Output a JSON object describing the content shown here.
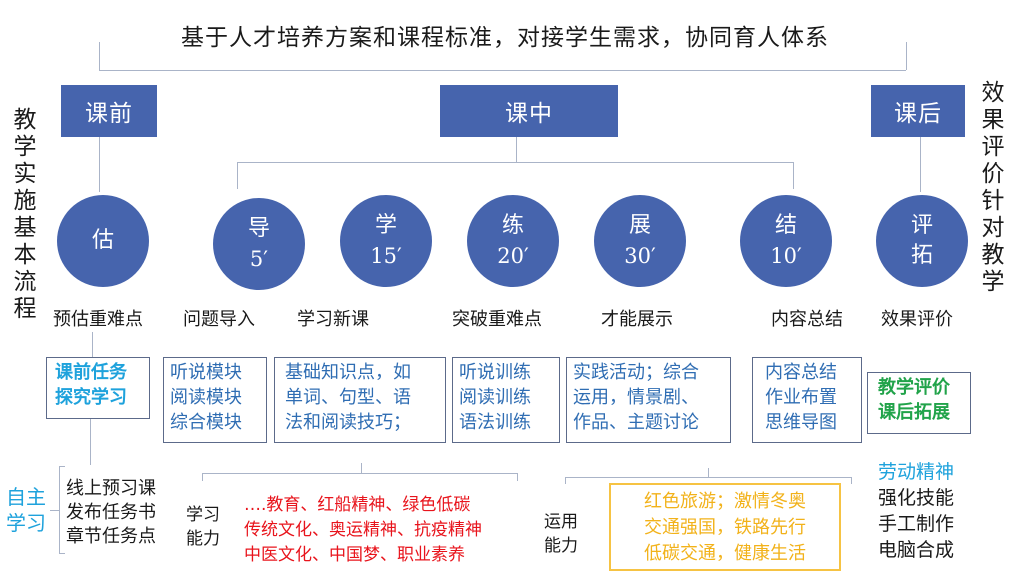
{
  "title": "基于人才培养方案和课程标准，对接学生需求，协同育人体系",
  "side_labels": {
    "left": "教学实施基本流程",
    "right": "效果评价针对教学"
  },
  "phases": [
    {
      "label": "课前"
    },
    {
      "label": "课中"
    },
    {
      "label": "课后"
    }
  ],
  "steps": [
    {
      "char": "估",
      "time": "",
      "caption": "预估重难点"
    },
    {
      "char": "导",
      "time": "5′",
      "caption": "问题导入"
    },
    {
      "char": "学",
      "time": "15′",
      "caption": "学习新课"
    },
    {
      "char": "练",
      "time": "20′",
      "caption": "突破重难点"
    },
    {
      "char": "展",
      "time": "30′",
      "caption": "才能展示"
    },
    {
      "char": "结",
      "time": "10′",
      "caption": "内容总结"
    },
    {
      "char": "评",
      "time": "拓",
      "caption": "效果评价"
    }
  ],
  "boxes": [
    {
      "lines": [
        "课前任务",
        "探究学习"
      ],
      "color": "#1ea2dc"
    },
    {
      "lines": [
        "听说模块",
        "阅读模块",
        "综合模块"
      ],
      "color": "#2f6db3"
    },
    {
      "lines": [
        "基础知识点，如",
        "单词、句型、语",
        "法和阅读技巧；"
      ],
      "color": "#2f6db3"
    },
    {
      "lines": [
        "听说训练",
        "阅读训练",
        "语法训练"
      ],
      "color": "#2f6db3"
    },
    {
      "lines": [
        "实践活动；综合",
        "运用，情景剧、",
        "作品、主题讨论"
      ],
      "color": "#2f6db3"
    },
    {
      "lines": [
        "内容总结",
        "作业布置",
        "思维导图"
      ],
      "color": "#2f6db3"
    },
    {
      "lines": [
        "教学评价",
        "课后拓展"
      ],
      "color": "#21a34a"
    }
  ],
  "self_study": {
    "label_lines": [
      "自主",
      "学习"
    ],
    "items": [
      "线上预习课",
      "发布任务书",
      "章节任务点"
    ]
  },
  "learning_ability": {
    "label_lines": [
      "学习",
      "能力"
    ],
    "items": [
      "….教育、红船精神、绿色低碳",
      "传统文化、奥运精神、抗疫精神",
      "中医文化、中国梦、职业素养"
    ],
    "color": "#e8141c"
  },
  "applied_ability": {
    "label_lines": [
      "运用",
      "能力"
    ],
    "items": [
      "红色旅游；激情冬奥",
      "交通强国，铁路先行",
      "低碳交通，健康生活"
    ],
    "color": "#f2b21a"
  },
  "post_items": {
    "highlight": "劳动精神",
    "items": [
      "强化技能",
      "手工制作",
      "电脑合成"
    ]
  },
  "colors": {
    "primary": "#4664ad",
    "connector": "#aab4c8",
    "cyan": "#1ea2dc",
    "green": "#21a34a",
    "red": "#e8141c",
    "yellow": "#f2b21a"
  }
}
